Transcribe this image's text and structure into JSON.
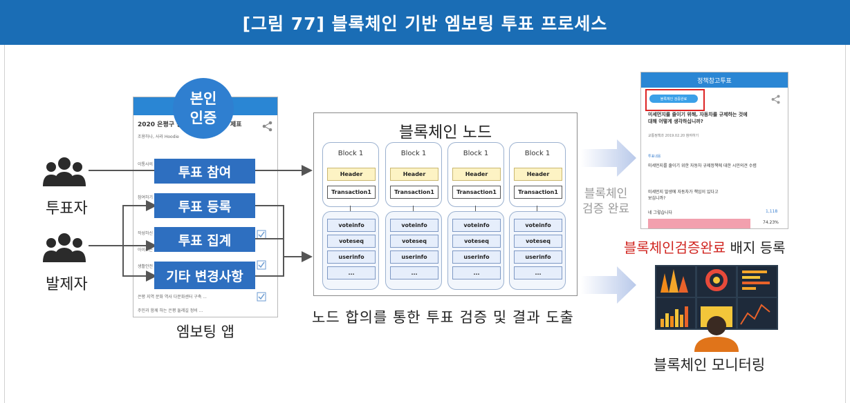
{
  "figure_title": "[그림 77] 블록체인 기반 엠보팅 투표 프로세스",
  "roles": {
    "voter": "투표자",
    "proposer": "발제자"
  },
  "app": {
    "auth_badge_line1": "본인",
    "auth_badge_line2": "인증",
    "label": "엠보팅 앱",
    "screen_title": "2020 은평구 청책",
    "screen_title_tail": "제표",
    "screen_lines": [
      "조용하나, 사라 Hoodie",
      "이통사의 통신사 인증",
      "참여하기",
      "작성하신 의견",
      "아이쓰는 의견",
      "생활안전 의견",
      "은평 지역 문화 역사 다문화센터 구축 ...",
      "주민과 함께 하는 은평 둘레길 정비 ..."
    ],
    "functions": [
      "투표 참여",
      "투표 등록",
      "투표 집계",
      "기타 변경사항"
    ]
  },
  "node": {
    "title": "블록체인 노드",
    "blocks": [
      {
        "name": "Block 1",
        "header": "Header",
        "tx": "Transaction1",
        "infos": [
          "voteinfo",
          "voteseq",
          "userinfo",
          "..."
        ]
      },
      {
        "name": "Block 1",
        "header": "Header",
        "tx": "Transaction1",
        "infos": [
          "voteinfo",
          "voteseq",
          "userinfo",
          "..."
        ]
      },
      {
        "name": "Block 1",
        "header": "Header",
        "tx": "Transaction1",
        "infos": [
          "voteinfo",
          "voteseq",
          "userinfo",
          "..."
        ]
      },
      {
        "name": "Block 1",
        "header": "Header",
        "tx": "Transaction1",
        "infos": [
          "voteinfo",
          "voteseq",
          "userinfo",
          "..."
        ]
      }
    ],
    "caption": "노드 합의를 통한 투표 검증 및 결과 도출"
  },
  "verify_label_line1": "블록체인",
  "verify_label_line2": "검증 완료",
  "result_screen": {
    "bar_title": "정책참고투표",
    "badge_text": "블록체인 검증완료",
    "question": "미세먼지를 줄이기 위해, 자동차를 규제하는 것에",
    "question_2": "대해 어떻게 생각하십니까?",
    "meta": "교통정책과  2019.02.20 참여하기",
    "sub_label": "투표내용",
    "sub_text": "미세먼지를 줄이기 위한 자동차 규제정책에 대한 시민의견 수렴",
    "opinion": "미세먼지 발생에 자동차가 책임이 있다고",
    "opinion_2": "보십니까?",
    "answer": "네 그렇습니다",
    "answer_count": "1,118",
    "answer_pct": "74.23%"
  },
  "badge_caption_red": "블록체인검증완료",
  "badge_caption_rest": " 배지 등록",
  "monitor_caption": "블록체인 모니터링",
  "colors": {
    "title_bar": "#1a6db5",
    "func_button": "#2e6fc0",
    "badge_text_red": "#d0241f",
    "arrow_gradient": "#c7d5ef"
  }
}
